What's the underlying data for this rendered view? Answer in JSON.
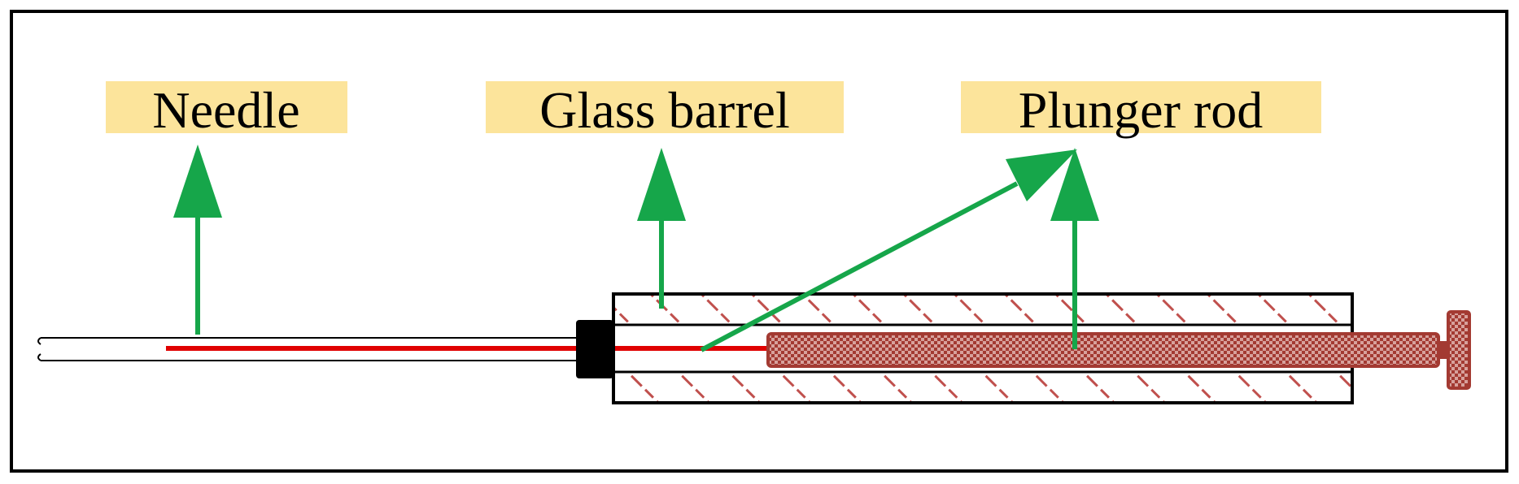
{
  "labels": {
    "needle": "Needle",
    "glass_barrel": "Glass barrel",
    "plunger_rod": "Plunger rod"
  },
  "colors": {
    "frame": "#000000",
    "label_bg": "#fce49b",
    "arrow": "#16a64a",
    "needle_core": "#e00000",
    "hatch": "#c0504d",
    "plunger": "#a33a32",
    "plunger_fill": "#c9827c",
    "hub": "#000000"
  }
}
